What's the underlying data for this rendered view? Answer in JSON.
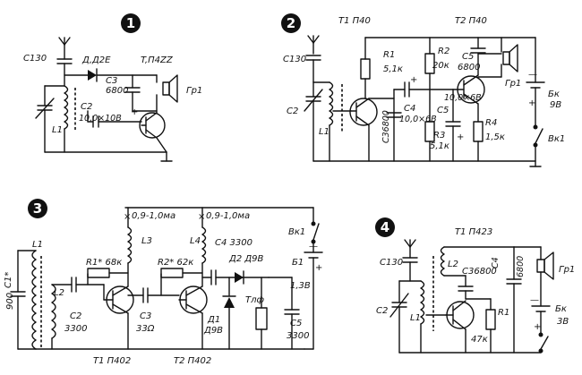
{
  "figure": {
    "background": "#ffffff",
    "ink": "#111111"
  },
  "circuit1": {
    "number": "1",
    "c1": "C130",
    "diode": "Д,Д2Е",
    "transistor": "T,П4ZZ",
    "c3_name": "C3",
    "c3_value": "6800",
    "c2": "C2",
    "c2_value": "10,0×10В",
    "l1": "L1",
    "speaker": "Гр1",
    "plus": "+"
  },
  "circuit2": {
    "number": "2",
    "t1": "T1 П40",
    "t2": "T2 П40",
    "c1": "C130",
    "c2": "C2",
    "l1": "L1",
    "r1_name": "R1",
    "r1_value": "5,1к",
    "r2_name": "R2",
    "r2_value": "20к",
    "c5_name": "C5",
    "c5_value": "6800",
    "speaker": "Гр1",
    "c3": "C36800",
    "c4": "C4",
    "c4_value": "10,0×6В",
    "c5b": "C5",
    "c5b_value": "10,0×6В",
    "r3_name": "R3",
    "r3_value": "5,1к",
    "r4_name": "R4",
    "r4_value": "1,5к",
    "battery": "Бк",
    "battery_value": "9В",
    "switch": "Вк1",
    "plus": "+",
    "minus": "—"
  },
  "circuit3": {
    "number": "3",
    "current1": "0,9-1,0ма",
    "current2": "0,9-1,0ма",
    "switch": "Вк1",
    "l1": "L1",
    "c1": "C1*",
    "c1_value": "900",
    "l2": "L2",
    "l3": "L3",
    "l4": "L4",
    "r1": "R1* 68к",
    "r2": "R2* 62к",
    "c2_name": "C2",
    "c2_value": "3300",
    "c3_name": "C3",
    "c3_value": "33Ω",
    "c4": "C4 3300",
    "d2": "Д2 Д9В",
    "d1_name": "Д1",
    "d1_value": "Д9В",
    "tlf": "Тлф",
    "c5_name": "C5",
    "c5_value": "3300",
    "battery": "Б1",
    "battery_value": "1,3В",
    "t1": "T1 П402",
    "t2": "T2 П402",
    "plus": "+",
    "minus": "—"
  },
  "circuit4": {
    "number": "4",
    "transistor": "T1 П423",
    "c1": "C130",
    "c2": "C2",
    "l1": "L1",
    "l2": "L2",
    "c3": "C36800",
    "c4_name": "C4",
    "c4_value": "6800",
    "r1_name": "R1",
    "r1_value": "47к",
    "speaker": "Гр1",
    "battery": "Бк",
    "battery_value": "3В",
    "plus": "+",
    "minus": "—"
  }
}
